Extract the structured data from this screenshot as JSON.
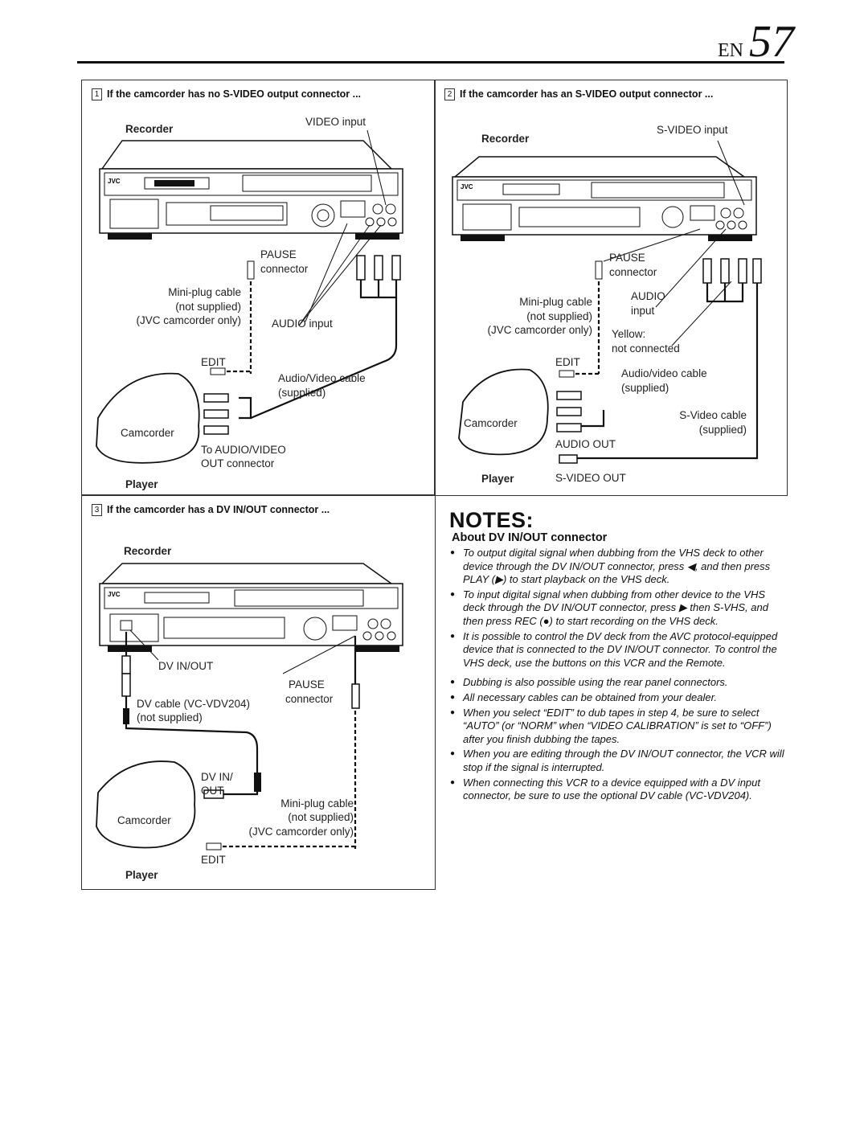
{
  "header": {
    "en": "EN",
    "page": "57"
  },
  "panel1": {
    "step": "1",
    "title": "If the camcorder has no S-VIDEO output connector ...",
    "recorder": "Recorder",
    "video_input": "VIDEO input",
    "pause": "PAUSE",
    "connector": "connector",
    "mini_plug": "Mini-plug cable",
    "not_supplied": "(not supplied)",
    "jvc_only": "(JVC camcorder only)",
    "audio_input": "AUDIO input",
    "edit": "EDIT",
    "av_cable": "Audio/Video cable",
    "supplied": "(supplied)",
    "camcorder": "Camcorder",
    "to_av": "To AUDIO/VIDEO",
    "out_connector": "OUT connector",
    "player": "Player"
  },
  "panel2": {
    "step": "2",
    "title": "If the camcorder has an S-VIDEO output connector ...",
    "recorder": "Recorder",
    "svideo_input": "S-VIDEO input",
    "pause": "PAUSE",
    "connector": "connector",
    "mini_plug": "Mini-plug cable",
    "not_supplied": "(not supplied)",
    "jvc_only": "(JVC camcorder only)",
    "audio": "AUDIO",
    "input": "input",
    "yellow": "Yellow:",
    "not_connected": "not connected",
    "edit": "EDIT",
    "av_cable": "Audio/video cable",
    "supplied": "(supplied)",
    "camcorder": "Camcorder",
    "svideo_cable": "S-Video cable",
    "supplied2": "(supplied)",
    "audio_out": "AUDIO OUT",
    "player": "Player",
    "svideo_out": "S-VIDEO OUT"
  },
  "panel3": {
    "step": "3",
    "title": "If the camcorder has a DV IN/OUT connector ...",
    "recorder": "Recorder",
    "dv_inout": "DV IN/OUT",
    "pause": "PAUSE",
    "connector": "connector",
    "dv_cable": "DV cable (VC-VDV204)",
    "not_supplied": "(not supplied)",
    "dv_in": "DV IN/",
    "out": "OUT",
    "mini_plug": "Mini-plug cable",
    "not_supplied2": "(not supplied)",
    "jvc_only": "(JVC camcorder only)",
    "camcorder": "Camcorder",
    "edit": "EDIT",
    "player": "Player"
  },
  "notes": {
    "title": "NOTES:",
    "subtitle": "About DV IN/OUT connector",
    "items": [
      "To output digital signal when dubbing from the VHS deck to other device through the DV IN/OUT connector, press ◀, and then press PLAY (▶) to start playback on the VHS deck.",
      "To input digital signal when dubbing from other device to the VHS deck through the DV IN/OUT connector, press ▶ then S-VHS, and then press REC (●) to start recording on the VHS deck.",
      "It is possible to control the DV deck from the AVC protocol-equipped device that is connected to the DV IN/OUT connector. To control the VHS deck, use the buttons on this VCR and the Remote.",
      "Dubbing is also possible using the rear panel connectors.",
      "All necessary cables can be obtained from your dealer.",
      "When you select “EDIT” to dub tapes in step 4, be sure to select “AUTO” (or “NORM” when “VIDEO CALIBRATION” is set to “OFF”) after you finish dubbing the tapes.",
      "When you are editing through the DV IN/OUT connector, the VCR will stop if the signal is interrupted.",
      "When connecting this VCR to a device equipped with a DV input connector, be sure to use the optional DV cable (VC-VDV204)."
    ]
  }
}
